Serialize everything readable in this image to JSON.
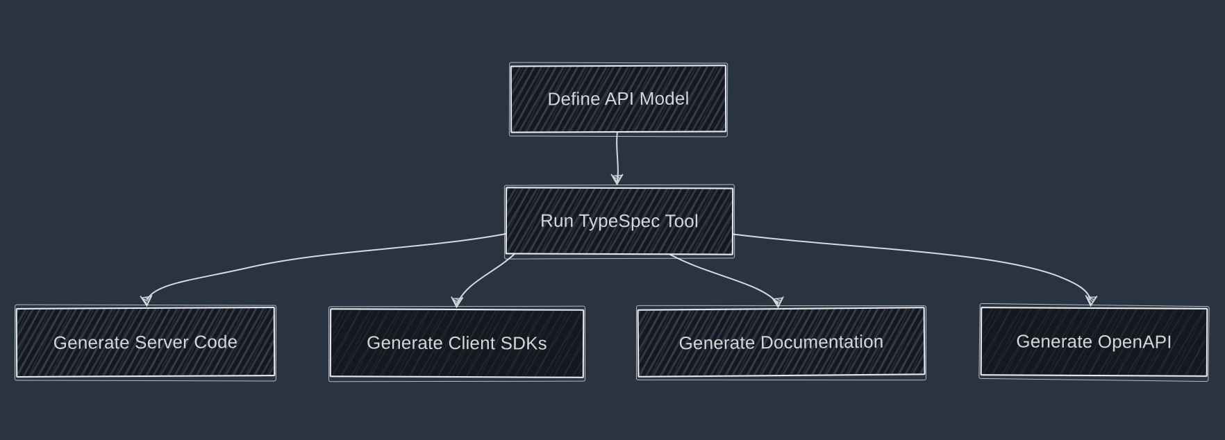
{
  "diagram": {
    "type": "flowchart",
    "direction": "top-down",
    "style": "hand-drawn-sketch",
    "nodes": {
      "define": {
        "label": "Define API Model"
      },
      "run": {
        "label": "Run TypeSpec Tool"
      },
      "server": {
        "label": "Generate Server Code"
      },
      "sdks": {
        "label": "Generate Client SDKs"
      },
      "docs": {
        "label": "Generate Documentation"
      },
      "openapi": {
        "label": "Generate OpenAPI"
      }
    },
    "edges": [
      {
        "from": "Define API Model",
        "to": "Run TypeSpec Tool"
      },
      {
        "from": "Run TypeSpec Tool",
        "to": "Generate Server Code"
      },
      {
        "from": "Run TypeSpec Tool",
        "to": "Generate Client SDKs"
      },
      {
        "from": "Run TypeSpec Tool",
        "to": "Generate Documentation"
      },
      {
        "from": "Run TypeSpec Tool",
        "to": "Generate OpenAPI"
      }
    ],
    "colors": {
      "background": "#2a3340",
      "nodeFill": "#15181e",
      "nodeBorder": "#e8eaee",
      "nodeText": "#d4d6d9",
      "edge": "#d5dae1"
    }
  }
}
